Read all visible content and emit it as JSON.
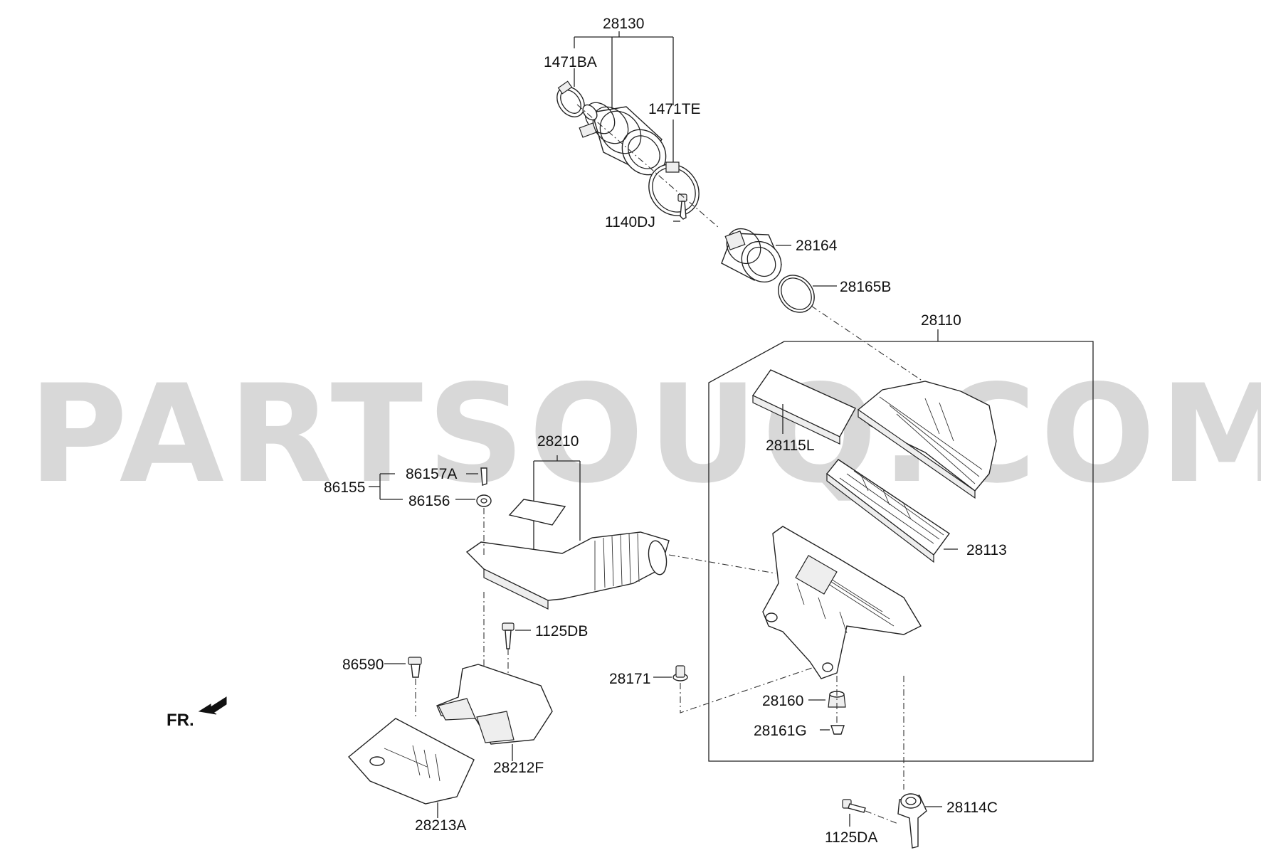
{
  "watermark": "PARTSOUQ.COM",
  "orientation_label": "FR.",
  "part_labels": {
    "p28130": "28130",
    "p1471BA": "1471BA",
    "p1471TE": "1471TE",
    "p1140DJ": "1140DJ",
    "p28164": "28164",
    "p28165B": "28165B",
    "p28110": "28110",
    "p28115L": "28115L",
    "p28113": "28113",
    "p28210": "28210",
    "p86157A": "86157A",
    "p86155": "86155",
    "p86156": "86156",
    "p1125DB": "1125DB",
    "p86590": "86590",
    "p28171": "28171",
    "p28160": "28160",
    "p28161G": "28161G",
    "p28212F": "28212F",
    "p28213A": "28213A",
    "p28114C": "28114C",
    "p1125DA": "1125DA"
  }
}
